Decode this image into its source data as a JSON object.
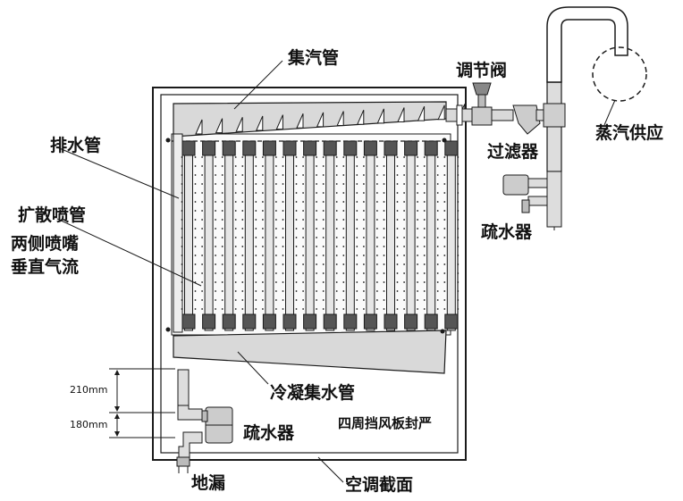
{
  "labels": {
    "header_pipe": "集汽管",
    "regulating_valve": "调节阀",
    "drain_pipe": "排水管",
    "filter": "过滤器",
    "steam_supply": "蒸汽供应",
    "diffuser_pipe": "扩散喷管",
    "nozzles_line1": "两侧喷嘴",
    "nozzles_line2": "垂直气流",
    "steam_trap_right": "疏水器",
    "condensate_pipe": "冷凝集水管",
    "steam_trap_bottom": "疏水器",
    "baffle_note": "四周挡风板封严",
    "floor_drain": "地漏",
    "ac_section": "空调截面"
  },
  "dimensions": {
    "upper": "210mm",
    "lower": "180mm"
  },
  "tube_count": 14,
  "colors": {
    "line": "#1a1a1a",
    "tube": "#e6e6e6",
    "header": "#d9d9d9",
    "cap": "#555555"
  }
}
